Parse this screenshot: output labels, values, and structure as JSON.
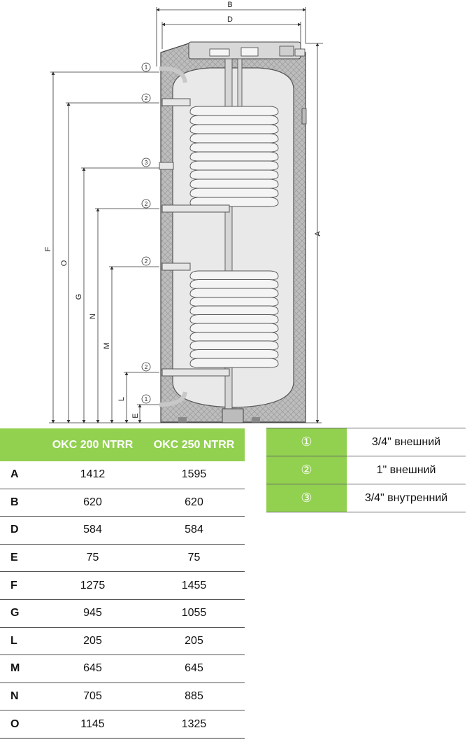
{
  "diagram": {
    "dimension_letters": {
      "A": "A",
      "B": "B",
      "D": "D",
      "E": "E",
      "F": "F",
      "G": "G",
      "L": "L",
      "M": "M",
      "N": "N",
      "O": "O"
    },
    "connection_markers": [
      "1",
      "2",
      "3",
      "2",
      "2",
      "2",
      "1"
    ]
  },
  "dimensions_table": {
    "columns": [
      "",
      "OKC 200 NTRR",
      "OKC 250 NTRR"
    ],
    "header_color": "#92d050",
    "rows": [
      {
        "key": "A",
        "okc200": "1412",
        "okc250": "1595"
      },
      {
        "key": "B",
        "okc200": "620",
        "okc250": "620"
      },
      {
        "key": "D",
        "okc200": "584",
        "okc250": "584"
      },
      {
        "key": "E",
        "okc200": "75",
        "okc250": "75"
      },
      {
        "key": "F",
        "okc200": "1275",
        "okc250": "1455"
      },
      {
        "key": "G",
        "okc200": "945",
        "okc250": "1055"
      },
      {
        "key": "L",
        "okc200": "205",
        "okc250": "205"
      },
      {
        "key": "M",
        "okc200": "645",
        "okc250": "645"
      },
      {
        "key": "N",
        "okc200": "705",
        "okc250": "885"
      },
      {
        "key": "O",
        "okc200": "1145",
        "okc250": "1325"
      }
    ]
  },
  "legend": {
    "accent_color": "#92d050",
    "rows": [
      {
        "symbol": "①",
        "text": "3/4\" внешний"
      },
      {
        "symbol": "②",
        "text": "1\" внешний"
      },
      {
        "symbol": "③",
        "text": "3/4\" внутренний"
      }
    ]
  }
}
